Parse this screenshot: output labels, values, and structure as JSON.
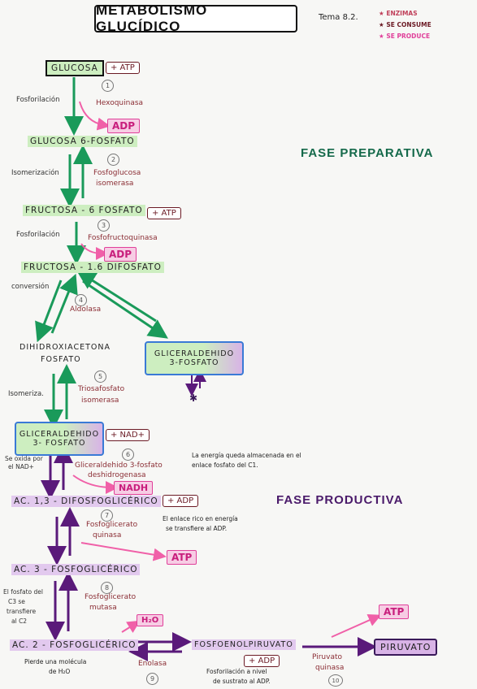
{
  "title": "METABOLISMO GLUCÍDICO",
  "tema": "Tema 8.2.",
  "legend": {
    "enzymes": "ENZIMAS",
    "consumed": "SE CONSUME",
    "produced": "SE PRODUCE"
  },
  "colors": {
    "green_arrow": "#1a9a5a",
    "purple_arrow": "#5a1a7a",
    "pink_arrow": "#f060a8",
    "maroon": "#6b1a24",
    "phase_green": "#14694a",
    "phase_purple": "#4a1a6a"
  },
  "phases": {
    "preparativa": "FASE PREPARATIVA",
    "productiva": "FASE PRODUCTIVA"
  },
  "molecules": {
    "glucosa": "GLUCOSA",
    "g6p": "GLUCOSA 6-FOSFATO",
    "f6p": "FRUCTOSA - 6 FOSFATO",
    "f16dp": "FRUCTOSA - 1.6 DIFOSFATO",
    "dhap_1": "DIHIDROXIACETONA",
    "dhap_2": "FOSFATO",
    "g3p_right_1": "GLICERALDEHIDO",
    "g3p_right_2": "3-FOSFATO",
    "g3p_left_1": "GLICERALDEHIDO",
    "g3p_left_2": "3- FOSFATO",
    "bpg13": "AC. 1,3 - DIFOSFOGLICÉRICO",
    "pg3": "AC. 3 - FOSFOGLICÉRICO",
    "pg2": "AC. 2 - FOSFOGLICÉRICO",
    "pep": "FOSFOENOLPIRUVATO",
    "piruvato": "PIRUVATO"
  },
  "consumed": {
    "atp1": "+ ATP",
    "atp2": "+ ATP",
    "nad": "+ NAD+",
    "adp1": "+ ADP",
    "adp2": "+ ADP"
  },
  "produced": {
    "adp1": "ADP",
    "adp2": "ADP",
    "nadh": "NADH",
    "atp1": "ATP",
    "h2o": "H₂O",
    "atp2": "ATP"
  },
  "enzymes": {
    "e1": "Hexoquinasa",
    "e2_1": "Fosfoglucosa",
    "e2_2": "isomerasa",
    "e3": "Fosfofructoquinasa",
    "e4": "Aldolasa",
    "e5_1": "Triosafosfato",
    "e5_2": "isomerasa",
    "e6_1": "Gliceraldehido 3-fosfato",
    "e6_2": "deshidrogenasa",
    "e7_1": "Fosfoglicerato",
    "e7_2": "quinasa",
    "e8_1": "Fosfoglicerato",
    "e8_2": "mutasa",
    "e9": "Enolasa",
    "e10_1": "Piruvato",
    "e10_2": "quinasa"
  },
  "steps": [
    "1",
    "2",
    "3",
    "4",
    "5",
    "6",
    "7",
    "8",
    "9",
    "10"
  ],
  "side_labels": {
    "fosforilacion1": "Fosforilación",
    "isomerizacion": "Isomerización",
    "fosforilacion2": "Fosforilación",
    "conversion": "conversión",
    "isomeriza": "Isomeriza.",
    "oxida_1": "Se oxida por",
    "oxida_2": "el NAD+",
    "fosfato_1": "El fosfato del",
    "fosfato_2": "C3 se",
    "fosfato_3": "transfiere",
    "fosfato_4": "al C2"
  },
  "notes": {
    "energia_1": "La energía queda almacenada en el",
    "energia_2": "enlace fosfato del C1.",
    "enlace_1": "El enlace rico en energía",
    "enlace_2": "se transfiere al ADP.",
    "agua_1": "Pierde una molécula",
    "agua_2": "de H₂O",
    "sustrato_1": "Fosforilación a nivel",
    "sustrato_2": "de sustrato al ADP."
  }
}
